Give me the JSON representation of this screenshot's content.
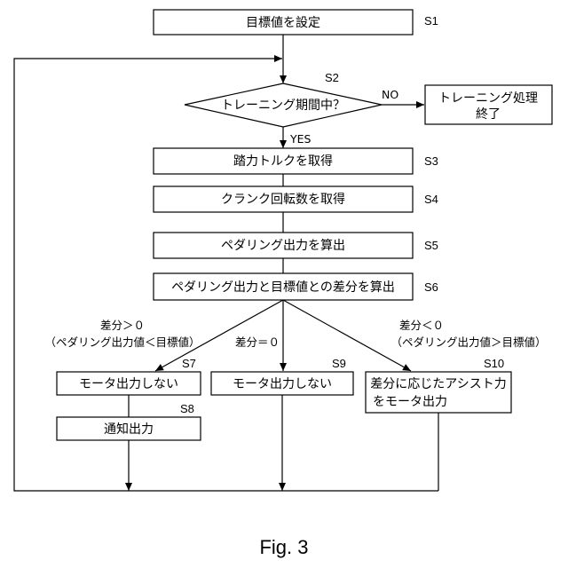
{
  "steps": {
    "s1": {
      "id": "S1",
      "text": "目標値を設定"
    },
    "s2": {
      "id": "S2",
      "text": "トレーニング期間中？"
    },
    "end": {
      "line1": "トレーニング処理",
      "line2": "終了"
    },
    "s3": {
      "id": "S3",
      "text": "踏力トルクを取得"
    },
    "s4": {
      "id": "S4",
      "text": "クランク回転数を取得"
    },
    "s5": {
      "id": "S5",
      "text": "ペダリング出力を算出"
    },
    "s6": {
      "id": "S6",
      "text": "ペダリング出力と目標値との差分を算出"
    },
    "s7": {
      "id": "S7",
      "text": "モータ出力しない"
    },
    "s8": {
      "id": "S8",
      "text": "通知出力"
    },
    "s9": {
      "id": "S9",
      "text": "モータ出力しない"
    },
    "s10": {
      "id": "S10",
      "line1": "差分に応じたアシスト力",
      "line2": "をモータ出力"
    }
  },
  "branches": {
    "no": "NO",
    "yes": "YES",
    "positive": {
      "line1": "差分＞０",
      "line2": "（ペダリング出力値＜目標値）"
    },
    "zero": "差分＝０",
    "negative": {
      "line1": "差分＜０",
      "line2": "（ペダリング出力値＞目標値）"
    }
  },
  "caption": "Fig. 3"
}
